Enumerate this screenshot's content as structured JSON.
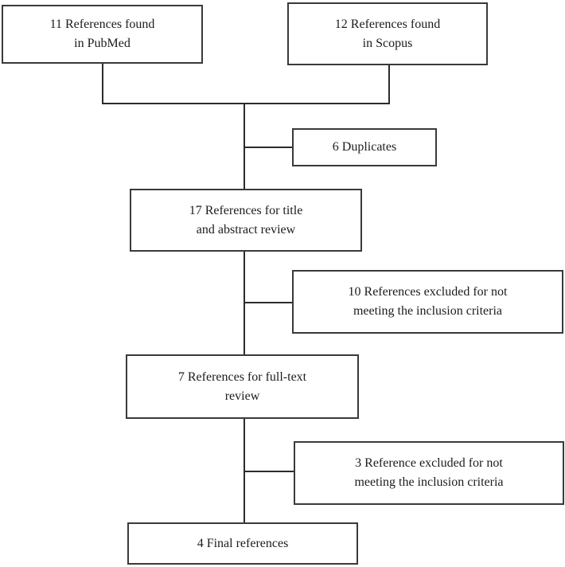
{
  "diagram": {
    "type": "flowchart",
    "description": "Reference screening flow diagram",
    "colors": {
      "background": "#ffffff",
      "box_border": "#3a3a3a",
      "connector": "#2b2b2b",
      "text": "#1c1c1c"
    },
    "nodes": [
      {
        "id": "pubmed",
        "label": "11 References found\nin PubMed"
      },
      {
        "id": "scopus",
        "label": "12 References found\nin Scopus"
      },
      {
        "id": "duplicates",
        "label": "6 Duplicates"
      },
      {
        "id": "title-abstract",
        "label": "17 References for title\nand abstract review"
      },
      {
        "id": "excluded-title",
        "label": "10 References excluded for not\nmeeting the inclusion criteria"
      },
      {
        "id": "full-text",
        "label": "7 References for full-text\nreview"
      },
      {
        "id": "excluded-full-text",
        "label": "3 Reference excluded for not\nmeeting the inclusion criteria"
      },
      {
        "id": "final",
        "label": "4 Final references"
      }
    ],
    "edges": [
      {
        "from": "pubmed",
        "to": "title-abstract"
      },
      {
        "from": "scopus",
        "to": "title-abstract"
      },
      {
        "from": "merge-point",
        "to": "duplicates"
      },
      {
        "from": "title-abstract",
        "to": "full-text"
      },
      {
        "from": "title-abstract",
        "to": "excluded-title"
      },
      {
        "from": "full-text",
        "to": "final"
      },
      {
        "from": "full-text",
        "to": "excluded-full-text"
      }
    ]
  }
}
